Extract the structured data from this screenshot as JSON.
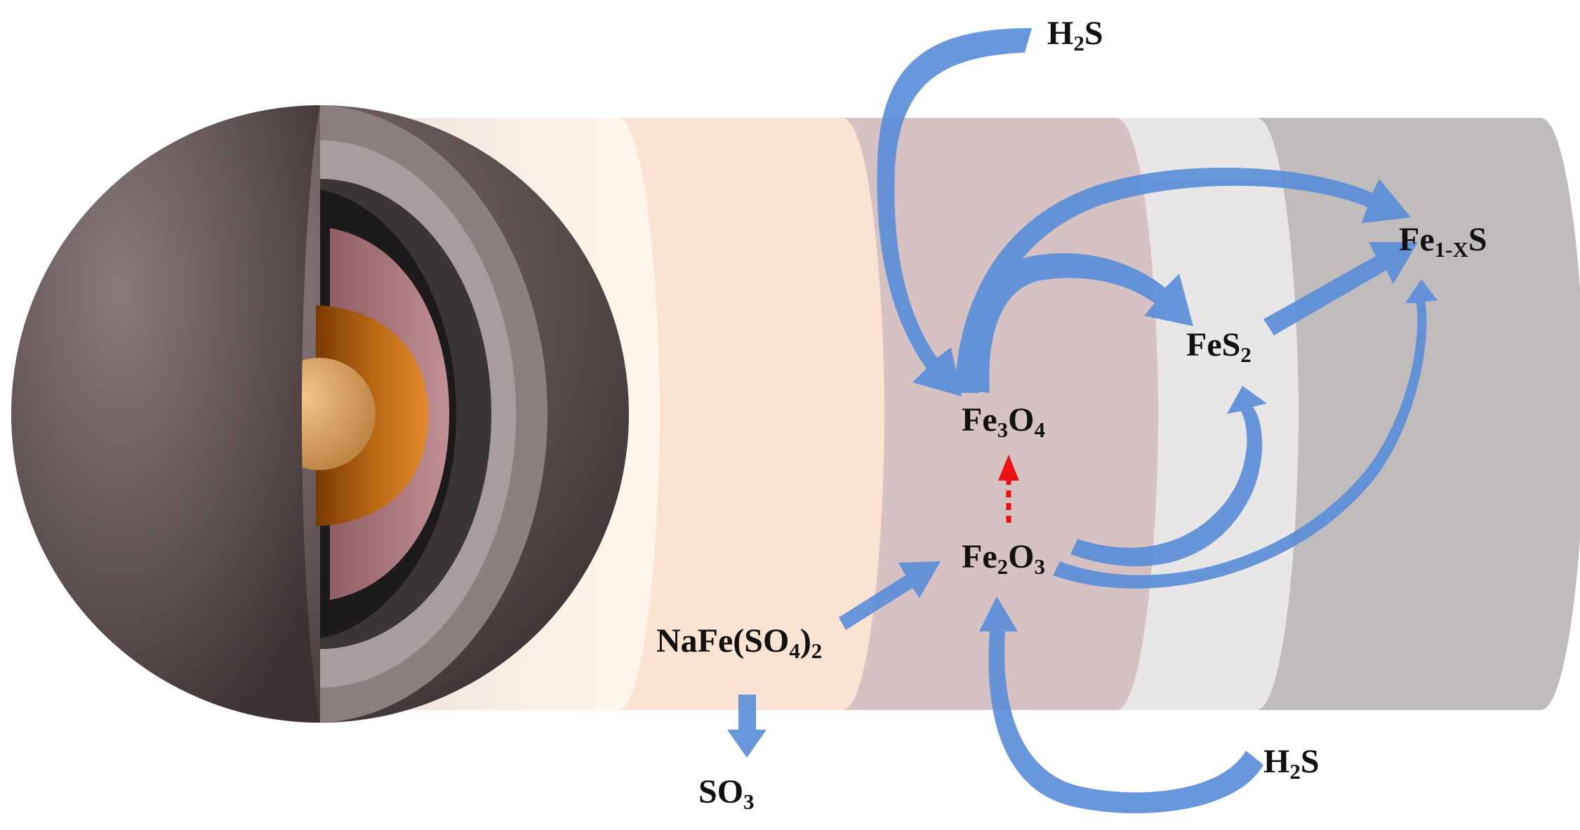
{
  "labels": {
    "h2s_top": {
      "base": "H",
      "sub": "2",
      "tail": "S"
    },
    "h2s_bottom": {
      "base": "H",
      "sub": "2",
      "tail": "S"
    },
    "fe3o4": {
      "a": "Fe",
      "a_sub": "3",
      "b": "O",
      "b_sub": "4"
    },
    "fe2o3": {
      "a": "Fe",
      "a_sub": "2",
      "b": "O",
      "b_sub": "3"
    },
    "fes2": {
      "a": "FeS",
      "a_sub": "2"
    },
    "fe1xs": {
      "a": "Fe",
      "a_sub": "1-X",
      "b": "S"
    },
    "nafeso4": {
      "a": "NaFe(SO",
      "a_sub": "4",
      "b": ")",
      "b_sub": "2"
    },
    "so3": {
      "a": "SO",
      "a_sub": "3"
    }
  },
  "colors": {
    "arrow_blue": "#5b8fd8",
    "dashed_red": "#ee1111",
    "sphere_shell": "#5e5152",
    "core_orange": "#b86712",
    "layer_cream": "#fdf4ea",
    "layer_peach": "#fbe3d3",
    "layer_mauve": "#d6c2c3",
    "layer_light_gray": "#e8e6e6",
    "layer_gray": "#c1bcbc"
  }
}
